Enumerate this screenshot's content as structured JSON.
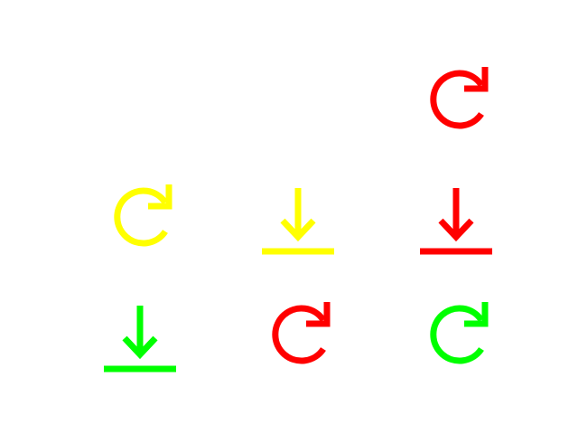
{
  "icons": [
    {
      "id": "r0c2",
      "type": "redo",
      "color": "#ff0000"
    },
    {
      "id": "r1c0",
      "type": "redo",
      "color": "#ffff00"
    },
    {
      "id": "r1c1",
      "type": "download",
      "color": "#ffff00"
    },
    {
      "id": "r1c2",
      "type": "download",
      "color": "#ff0000"
    },
    {
      "id": "r2c0",
      "type": "download",
      "color": "#00ff00"
    },
    {
      "id": "r2c1",
      "type": "redo",
      "color": "#ff0000"
    },
    {
      "id": "r2c2",
      "type": "redo",
      "color": "#00ff00"
    }
  ]
}
